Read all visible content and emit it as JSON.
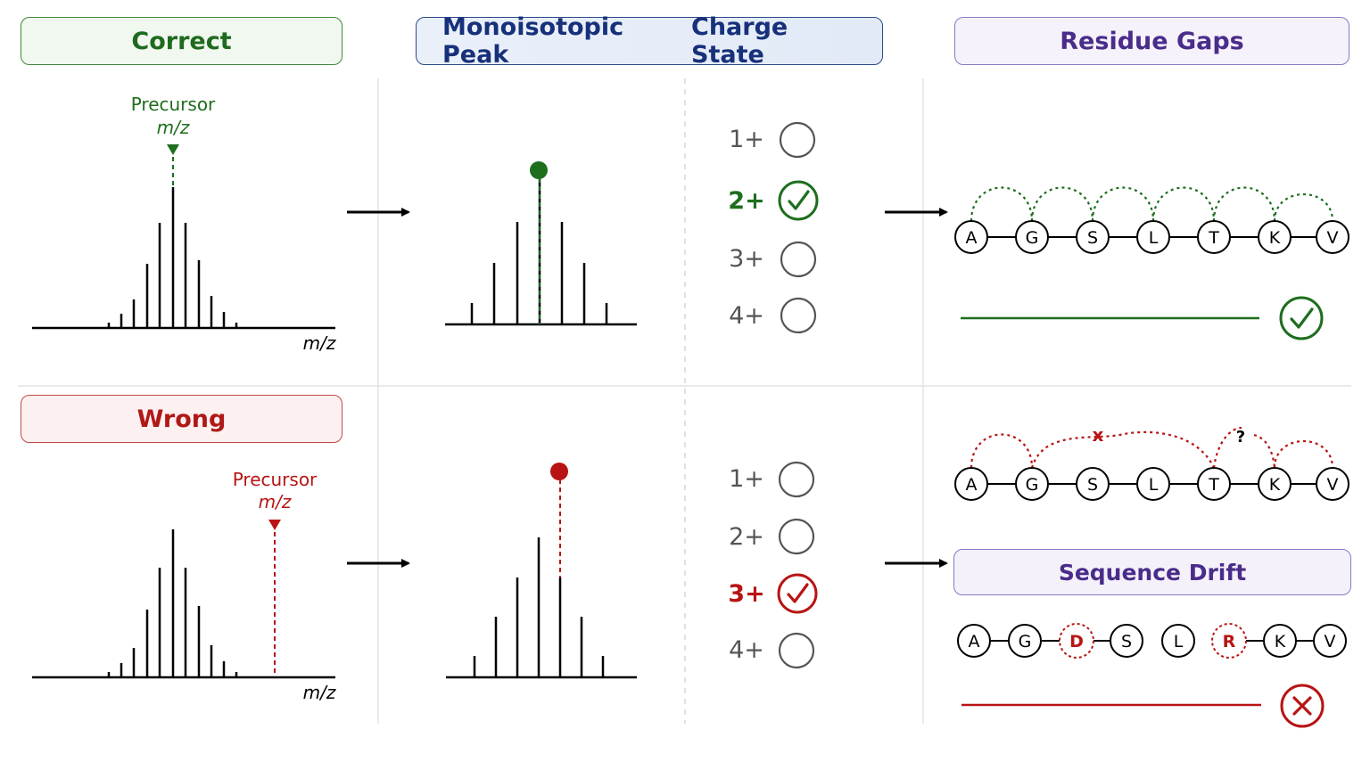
{
  "headers": {
    "correct": "Correct",
    "monoisotopic_peak": "Monoisotopic Peak",
    "charge_state": "Charge State",
    "residue_gaps": "Residue Gaps",
    "wrong": "Wrong",
    "sequence_drift": "Sequence Drift"
  },
  "labels": {
    "precursor": "Precursor",
    "mz": "m/z",
    "gap_error_mark": "x",
    "gap_unknown_mark": "?"
  },
  "charge_states": [
    "1+",
    "2+",
    "3+",
    "4+"
  ],
  "top": {
    "selected_charge": "2+",
    "status": "correct",
    "residues": [
      "A",
      "G",
      "S",
      "L",
      "T",
      "K",
      "V"
    ]
  },
  "bottom": {
    "selected_charge": "3+",
    "status": "wrong",
    "residues": [
      "A",
      "G",
      "S",
      "L",
      "T",
      "K",
      "V"
    ],
    "drift_residues": [
      {
        "letter": "A",
        "wrong": false
      },
      {
        "letter": "G",
        "wrong": false
      },
      {
        "letter": "D",
        "wrong": true
      },
      {
        "letter": "S",
        "wrong": false
      },
      {
        "letter": "L",
        "wrong": false
      },
      {
        "letter": "R",
        "wrong": true
      },
      {
        "letter": "K",
        "wrong": false
      },
      {
        "letter": "V",
        "wrong": false
      }
    ]
  },
  "colors": {
    "green": "#1e6e1e",
    "red": "#b81414",
    "charge_grey": "#555555",
    "grid": "#dddddd"
  }
}
